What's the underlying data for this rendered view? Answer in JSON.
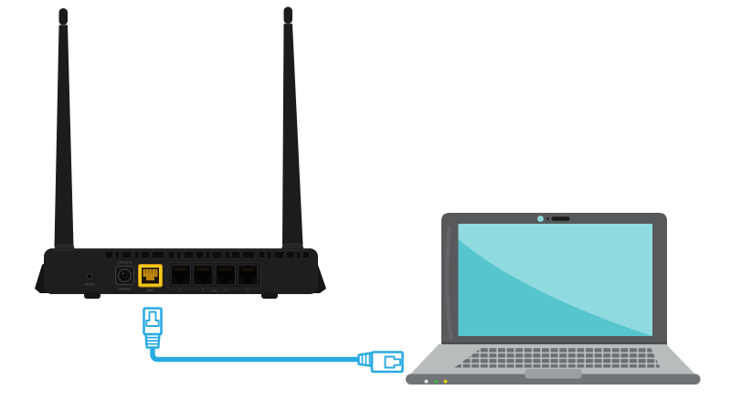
{
  "scene": {
    "background_color": "#ffffff"
  },
  "router": {
    "type": "wireless-router-rear-view",
    "body_color": "#1e1e1e",
    "wan_port_color": "#f2c71d",
    "labels": {
      "reset": "RESET",
      "power": "12V DC IN",
      "wan": "WAN",
      "lan": "LAN",
      "lan_port_numbers": [
        "1",
        "2",
        "3",
        "4"
      ]
    }
  },
  "cable": {
    "type": "rj45-ethernet-cable",
    "color": "#29abe2"
  },
  "laptop": {
    "bezel_color": "#58595b",
    "screen_color": "#57c5ce",
    "screen_highlight_color": "#90dbe0",
    "base_color": "#b9bcbd",
    "keyboard_key_color": "#6c6f71",
    "indicator_light_colors": [
      "#f5f5f5",
      "#39b54a",
      "#e6d013"
    ]
  }
}
